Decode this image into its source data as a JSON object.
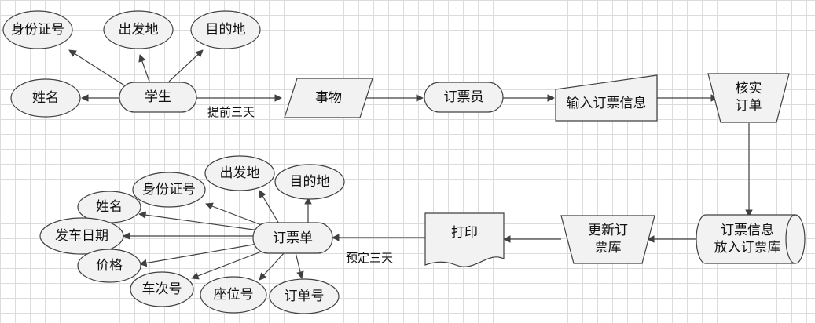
{
  "nodes": {
    "id_top": "身份证号",
    "origin_top": "出发地",
    "dest_top": "目的地",
    "name_top": "姓名",
    "student": "学生",
    "transaction": "事物",
    "clerk": "订票员",
    "input_info": "输入订票信息",
    "verify": "核实\n订单",
    "store_db": "订票信息\n放入订票库",
    "update_db": "更新订\n票库",
    "print": "打印",
    "ticket": "订票单",
    "origin_bot": "出发地",
    "dest_bot": "目的地",
    "id_bot": "身份证号",
    "name_bot": "姓名",
    "date_bot": "发车日期",
    "price_bot": "价格",
    "train_bot": "车次号",
    "seat_bot": "座位号",
    "orderno_bot": "订单号"
  },
  "edges": {
    "advance": "提前三天",
    "reserve": "预定三天"
  },
  "colors": {
    "fill": "#f2f2f2",
    "stroke": "#404040",
    "arrow": "#404040",
    "grid": "#dcdcdc"
  }
}
